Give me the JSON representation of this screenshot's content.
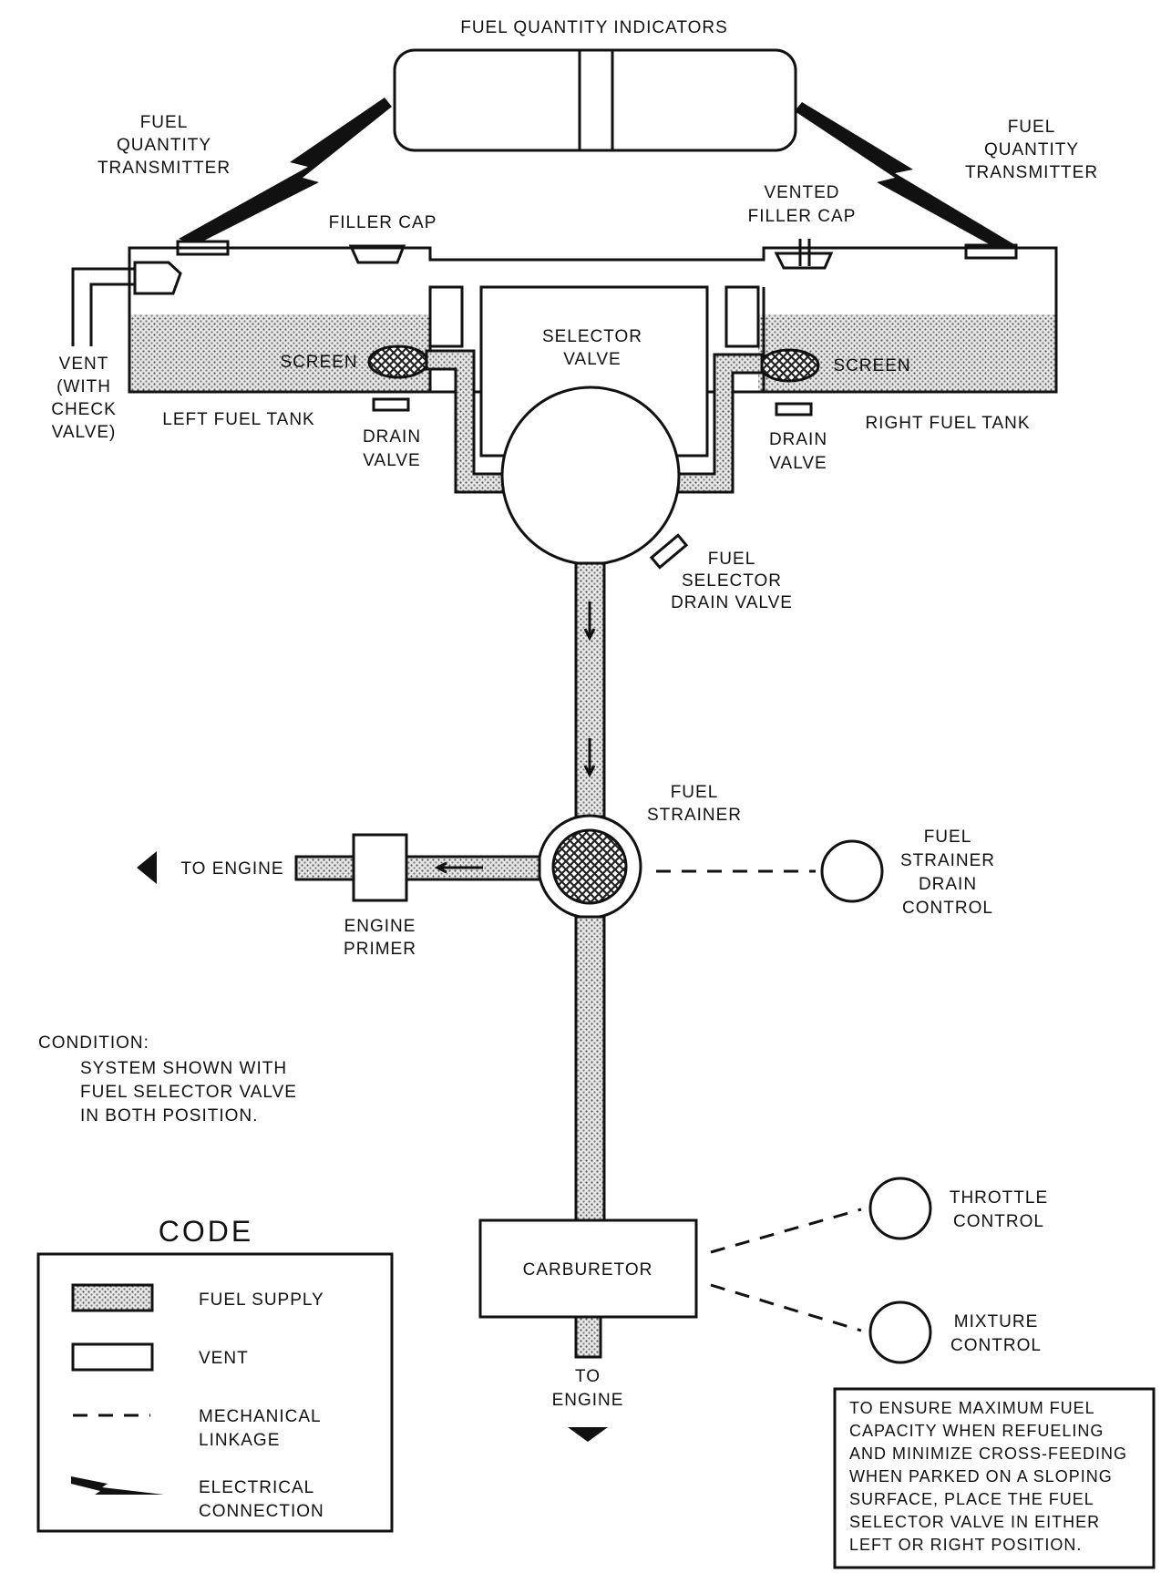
{
  "labels": {
    "fuel_quantity_indicators": "FUEL QUANTITY INDICATORS",
    "left_transmitter": [
      "FUEL",
      "QUANTITY",
      "TRANSMITTER"
    ],
    "right_transmitter": [
      "FUEL",
      "QUANTITY",
      "TRANSMITTER"
    ],
    "filler_cap": "FILLER CAP",
    "vented_filler_cap": [
      "VENTED",
      "FILLER CAP"
    ],
    "vent": [
      "VENT",
      "(WITH",
      "CHECK",
      "VALVE)"
    ],
    "left_fuel_tank": "LEFT FUEL TANK",
    "right_fuel_tank": "RIGHT FUEL TANK",
    "screen_left": "SCREEN",
    "screen_right": "SCREEN",
    "selector_valve": [
      "SELECTOR",
      "VALVE"
    ],
    "drain_valve_left": [
      "DRAIN",
      "VALVE"
    ],
    "drain_valve_right": [
      "DRAIN",
      "VALVE"
    ],
    "fuel_selector_drain_valve": [
      "FUEL",
      "SELECTOR",
      "DRAIN VALVE"
    ],
    "fuel_strainer": [
      "FUEL",
      "STRAINER"
    ],
    "fuel_strainer_drain_control": [
      "FUEL",
      "STRAINER",
      "DRAIN",
      "CONTROL"
    ],
    "to_engine_left": "TO ENGINE",
    "engine_primer": [
      "ENGINE",
      "PRIMER"
    ],
    "carburetor": "CARBURETOR",
    "throttle_control": [
      "THROTTLE",
      "CONTROL"
    ],
    "mixture_control": [
      "MIXTURE",
      "CONTROL"
    ],
    "to_engine_bottom": [
      "TO",
      "ENGINE"
    ]
  },
  "condition": {
    "heading": "CONDITION:",
    "lines": [
      "SYSTEM SHOWN WITH",
      "FUEL SELECTOR VALVE",
      "IN BOTH POSITION."
    ]
  },
  "code": {
    "title": "CODE",
    "items": [
      "FUEL SUPPLY",
      "VENT",
      [
        "MECHANICAL",
        "LINKAGE"
      ],
      [
        "ELECTRICAL",
        "CONNECTION"
      ]
    ]
  },
  "note": {
    "lines": [
      "TO ENSURE MAXIMUM FUEL",
      "CAPACITY WHEN REFUELING",
      "AND MINIMIZE CROSS-FEEDING",
      "WHEN PARKED ON A SLOPING",
      "SURFACE, PLACE THE FUEL",
      "SELECTOR VALVE IN EITHER",
      "LEFT OR RIGHT POSITION."
    ]
  }
}
